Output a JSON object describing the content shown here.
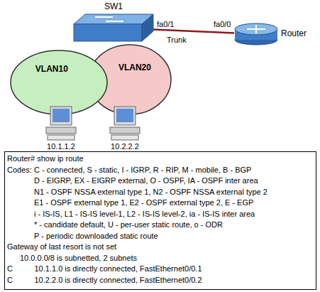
{
  "diagram": {
    "nodes": [
      {
        "text": [
          "SW1"
        ]
      },
      {
        "text": [
          "Router"
        ]
      },
      {
        "text": [
          "VLAN10"
        ]
      },
      {
        "text": [
          "VLAN20"
        ]
      },
      {
        "text": [
          "10.1.1.2"
        ]
      },
      {
        "text": [
          "10.2.2.2"
        ]
      },
      {
        "text": [
          "Router# show ip route",
          "Codes: C - connected, S - static, I - IGRP, R - RIP, M - mobile, B - BGP",
          "D - EIGRP, EX - EIGRP external, O - OSPF, IA - OSPF inter area",
          "N1 - OSPF NSSA external type 1, N2 - OSPF NSSA external type 2",
          "E1 - OSPF external type 1, E2 - OSPF external type 2, E - EGP",
          "i - IS-IS, L1 - IS-IS level-1, L2 - IS-IS level-2, ia - IS-IS inter area",
          "* - candidate default, U - per-user static route, o - ODR",
          "P - periodic downloaded static route",
          "Gateway of last resort is not set",
          "10.0.0.0/8 is subnetted, 2 subnets",
          "C          10.1.1.0 is directly connected, FastEthernet0/0.1",
          "C          10.2.2.0 is directly connected, FastEthernet0/0.2"
        ]
      }
    ],
    "edges": [
      {
        "from": 0,
        "to": 1,
        "arrow": "none",
        "label": "Trunk"
      }
    ],
    "labels": [
      "fa0/1",
      "fa0/0"
    ]
  }
}
